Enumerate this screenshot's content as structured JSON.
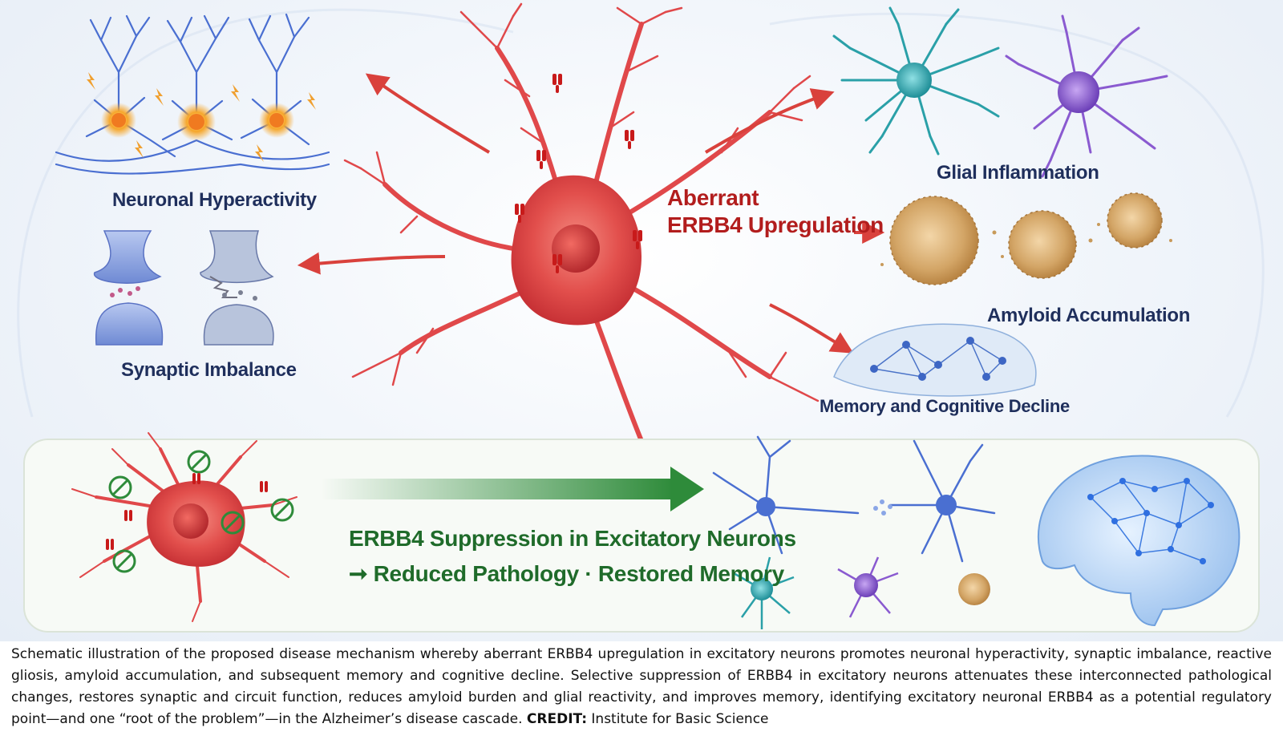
{
  "labels": {
    "neuronal_hyperactivity": "Neuronal Hyperactivity",
    "synaptic_imbalance": "Synaptic Imbalance",
    "aberrant_line1": "Aberrant",
    "aberrant_line2": "ERBB4 Upregulation",
    "glial_inflammation": "Glial Inflammation",
    "amyloid_accumulation": "Amyloid Accumulation",
    "memory_decline": "Memory and Cognitive Decline",
    "suppression_line1": "ERBB4 Suppression in Excitatory Neurons",
    "suppression_line2": "➞ Reduced Pathology · Restored Memory"
  },
  "caption": {
    "text": "Schematic illustration of the proposed disease mechanism whereby aberrant ERBB4 upregulation in excitatory neurons promotes neuronal hyperactivity, synaptic imbalance, reactive gliosis, amyloid accumulation, and subsequent memory and cognitive decline. Selective suppression of ERBB4 in excitatory neurons attenuates these interconnected pathological changes, restores synaptic and circuit function, reduces amyloid burden and glial reactivity, and improves memory, identifying excitatory neuronal ERBB4 as a potential regulatory point—and one “root of the problem”—in the Alzheimer’s disease cascade.",
    "credit_label": "CREDIT:",
    "credit_value": "Institute for Basic Science"
  },
  "colors": {
    "neuron_red": "#e0484a",
    "receptor_red": "#c81a1a",
    "arrow_red": "#d9413c",
    "neuron_blue": "#4a6fd1",
    "spark_orange": "#f0a030",
    "astrocyte_teal": "#2aa0a8",
    "microglia_purple": "#8a5ad0",
    "amyloid_tan": "#c89a5a",
    "arrow_green": "#2e8b3a",
    "label_navy": "#1f2f5c",
    "label_red": "#b21d1d",
    "label_green": "#1f6b2a"
  },
  "icons": [
    "excitatory-neuron-icon",
    "erbb4-receptor-icon",
    "synapse-icon",
    "astrocyte-icon",
    "microglia-icon",
    "amyloid-plaque-icon",
    "neural-network-icon",
    "brain-icon",
    "inhibition-sign-icon"
  ]
}
